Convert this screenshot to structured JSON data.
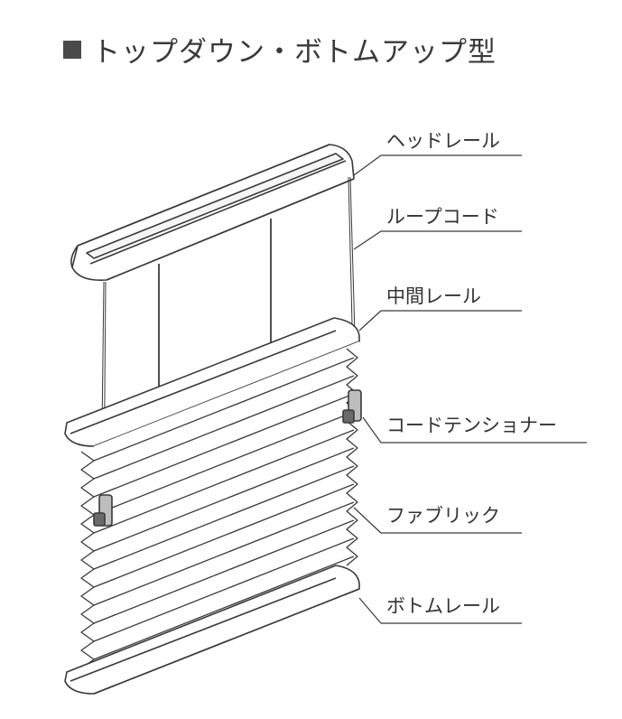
{
  "title": "トップダウン・ボトムアップ型",
  "labels": {
    "head_rail": "ヘッドレール",
    "loop_cord": "ループコード",
    "middle_rail": "中間レール",
    "cord_tensioner": "コードテンショナー",
    "fabric": "ファブリック",
    "bottom_rail": "ボトムレール"
  }
}
